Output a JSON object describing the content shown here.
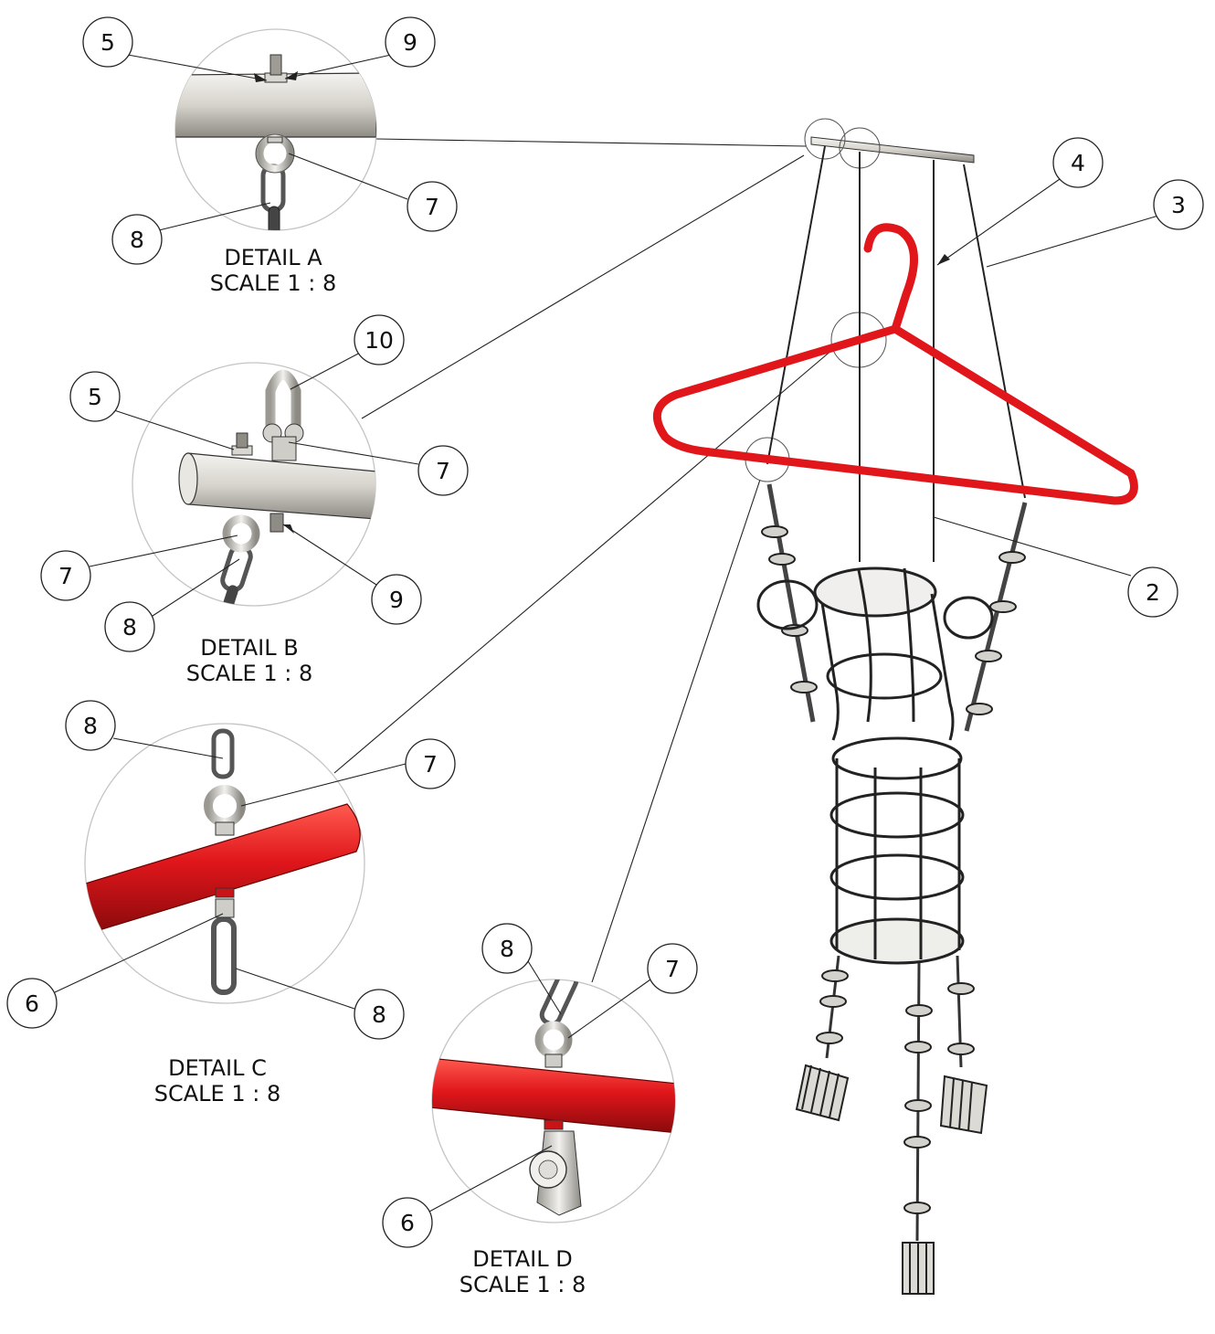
{
  "details": [
    {
      "id": "A",
      "title": "DETAIL A",
      "scale": "SCALE 1 : 8"
    },
    {
      "id": "B",
      "title": "DETAIL B",
      "scale": "SCALE 1 : 8"
    },
    {
      "id": "C",
      "title": "DETAIL C",
      "scale": "SCALE 1 : 8"
    },
    {
      "id": "D",
      "title": "DETAIL D",
      "scale": "SCALE 1 : 8"
    }
  ],
  "balloons": {
    "a5": "5",
    "a9": "9",
    "a7": "7",
    "a8": "8",
    "b10": "10",
    "b5": "5",
    "b7r": "7",
    "b7l": "7",
    "b8": "8",
    "b9": "9",
    "c8t": "8",
    "c7": "7",
    "c6": "6",
    "c8b": "8",
    "d8": "8",
    "d7": "7",
    "d6": "6",
    "m4": "4",
    "m3": "3",
    "m2": "2"
  },
  "colors": {
    "hanger": "#e0161b",
    "tube_red": "#d8141a",
    "tube_grey": "#d4d2cd",
    "line": "#222222",
    "circle": "#bdbdbd"
  }
}
